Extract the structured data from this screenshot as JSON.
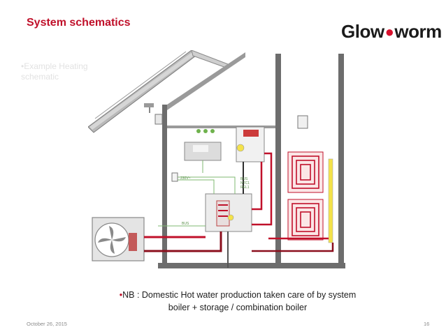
{
  "slide": {
    "title": "System schematics",
    "logo": {
      "part1": "Glow",
      "part2": "worm",
      "dot_color": "#d8102c"
    },
    "subtitle": "•Example Heating schematic",
    "diagram_labels": {
      "label_230v": "230V~",
      "label_bus_top": "BUS",
      "label_ntc1": "NTC1",
      "label_rel1": "REL1",
      "label_bus_bottom": "BUS"
    },
    "caption": {
      "bullet": "•",
      "line1": "NB : Domestic Hot water production taken care of by system",
      "line2": "boiler + storage / combination boiler"
    },
    "footer": {
      "date": "October 26, 2015",
      "page": "16"
    },
    "colors": {
      "title": "#c0102a",
      "flow_pipe": "#c0102a",
      "return_pipe": "#8b0e1c",
      "wall": "#6d6d6d"
    }
  }
}
